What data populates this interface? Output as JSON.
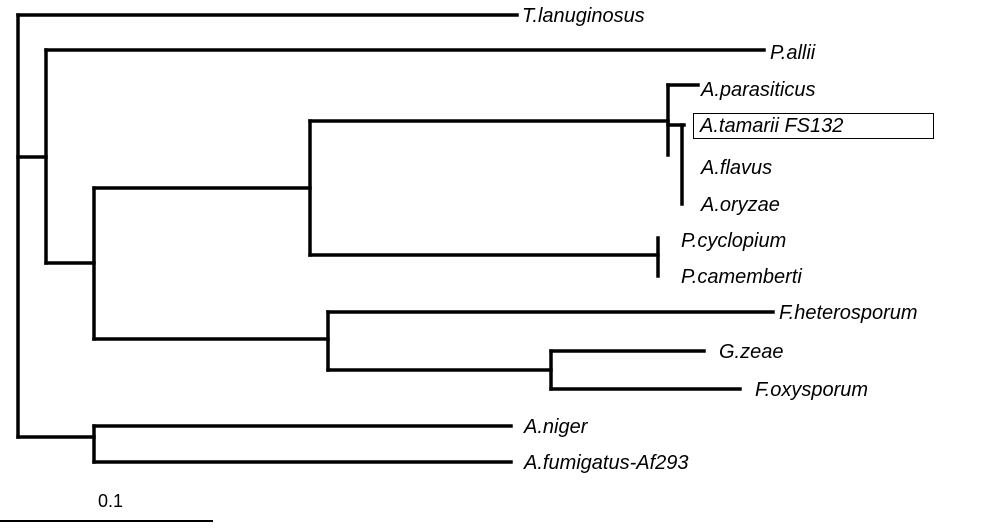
{
  "tree": {
    "taxa": [
      {
        "id": "t_lanuginosus",
        "label": "T.lanuginosus"
      },
      {
        "id": "p_allii",
        "label": "P.allii"
      },
      {
        "id": "a_parasiticus",
        "label": "A.parasiticus"
      },
      {
        "id": "a_tamarii",
        "label": "A.tamarii FS132",
        "highlighted": true
      },
      {
        "id": "a_flavus",
        "label": "A.flavus"
      },
      {
        "id": "a_oryzae",
        "label": "A.oryzae"
      },
      {
        "id": "p_cyclopium",
        "label": "P.cyclopium"
      },
      {
        "id": "p_camemberti",
        "label": "P.camemberti"
      },
      {
        "id": "f_heterosporum",
        "label": "F.heterosporum"
      },
      {
        "id": "g_zeae",
        "label": "G.zeae"
      },
      {
        "id": "f_oxysporum",
        "label": "F.oxysporum"
      },
      {
        "id": "a_niger",
        "label": "A.niger"
      },
      {
        "id": "a_fumigatus",
        "label": "A.fumigatus-Af293"
      }
    ],
    "scale_bar": {
      "label": "0.1"
    }
  },
  "colors": {
    "line": "#000000",
    "text": "#000000",
    "background": "#ffffff"
  }
}
